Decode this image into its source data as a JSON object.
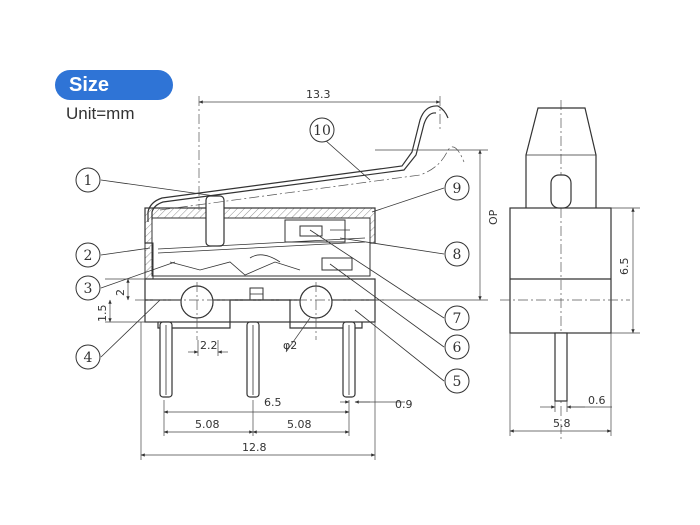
{
  "header": {
    "badge": "Size",
    "unit": "Unit=mm"
  },
  "dimensions": {
    "overall_length": "13.3",
    "op": "OP",
    "pin_pitch_left": "5.08",
    "pin_pitch_right": "5.08",
    "pin_center": "6.5",
    "body_width": "12.8",
    "pin_thickness": "0.9",
    "pin_width": "2.2",
    "hole_dia": "φ2",
    "dim_2": "2",
    "dim_1_5": "1.5",
    "side_height": "6.5",
    "side_pin": "0.6",
    "side_width": "5.8"
  },
  "callouts": {
    "c1": "1",
    "c2": "2",
    "c3": "3",
    "c4": "4",
    "c5": "5",
    "c6": "6",
    "c7": "7",
    "c8": "8",
    "c9": "9",
    "c10": "10"
  },
  "colors": {
    "badge": "#2f74d6",
    "line": "#333333"
  }
}
